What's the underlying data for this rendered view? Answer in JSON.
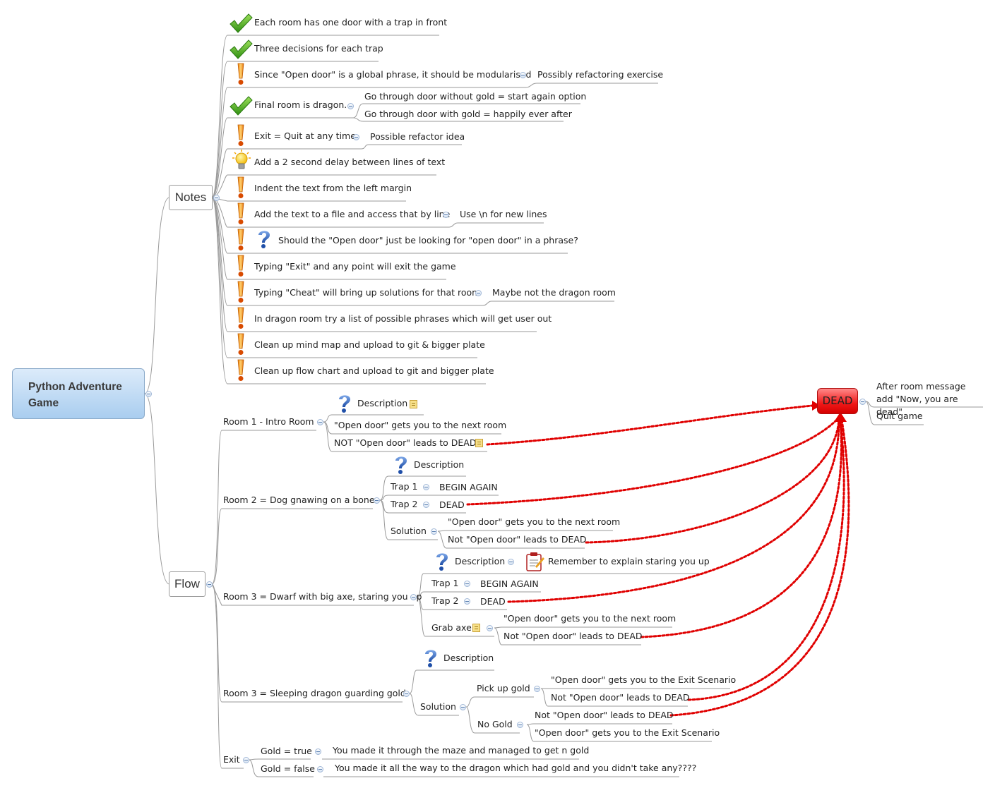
{
  "root": {
    "title": "Python Adventure Game"
  },
  "notes_label": "Notes",
  "flow_label": "Flow",
  "dead_label": "DEAD",
  "notes": [
    {
      "text": "Each room has one door with a trap in front",
      "icon": "check"
    },
    {
      "text": "Three decisions for each trap",
      "icon": "check"
    },
    {
      "text": "Since \"Open door\" is a global phrase, it should be modularised",
      "icon": "exclamation",
      "child": "Possibly refactoring exercise"
    },
    {
      "text": "Final room is dragon.",
      "icon": "check",
      "children": [
        "Go through door without gold = start again option",
        "Go through door with gold = happily ever after"
      ]
    },
    {
      "text": "Exit = Quit at any time",
      "icon": "exclamation",
      "child": "Possible refactor idea"
    },
    {
      "text": "Add a 2 second delay between lines of text",
      "icon": "lightbulb"
    },
    {
      "text": "Indent the text from the left margin",
      "icon": "exclamation"
    },
    {
      "text": "Add the text to a file and access that by line",
      "icon": "exclamation",
      "child": "Use \\n for new lines"
    },
    {
      "text": "Should the \"Open door\" just be looking for \"open door\" in a phrase?",
      "icon": "exclamation-question"
    },
    {
      "text": "Typing \"Exit\" and any point will exit the game",
      "icon": "exclamation"
    },
    {
      "text": "Typing \"Cheat\" will bring up solutions for that room",
      "icon": "exclamation",
      "child": "Maybe not the dragon room"
    },
    {
      "text": "In dragon room try a list of possible phrases which will get user out",
      "icon": "exclamation"
    },
    {
      "text": "Clean up mind map and upload to git & bigger plate",
      "icon": "exclamation"
    },
    {
      "text": "Clean up flow chart and upload to git and bigger plate",
      "icon": "exclamation"
    }
  ],
  "flow": {
    "room1": {
      "label": "Room 1 - Intro Room",
      "description": "Description",
      "open": "\"Open door\" gets you to the next room",
      "not_open": "NOT \"Open door\" leads to DEAD"
    },
    "room2": {
      "label": "Room 2 = Dog gnawing on a bone",
      "description": "Description",
      "trap1": "Trap 1",
      "trap1_child": "BEGIN AGAIN",
      "trap2": "Trap 2",
      "trap2_child": "DEAD",
      "solution": "Solution",
      "open": "\"Open door\" gets you to the next room",
      "not_open": "Not \"Open door\" leads to DEAD"
    },
    "room3": {
      "label": "Room 3 = Dwarf with big axe, staring you up",
      "description": "Description",
      "remember": "Remember to explain staring you up",
      "trap1": "Trap 1",
      "trap1_child": "BEGIN AGAIN",
      "trap2": "Trap 2",
      "trap2_child": "DEAD",
      "grab": "Grab axe",
      "open": "\"Open door\" gets you to the next room",
      "not_open": "Not \"Open door\" leads to DEAD"
    },
    "room4": {
      "label": "Room 3 = Sleeping dragon guarding gold",
      "description": "Description",
      "solution": "Solution",
      "pickup": "Pick up gold",
      "pickup_open": "\"Open door\" gets you to the Exit Scenario",
      "pickup_not": "Not \"Open door\" leads to DEAD",
      "nogold": "No Gold",
      "nogold_not": "Not \"Open door\" leads to DEAD",
      "nogold_open": "\"Open door\" gets you to the Exit Scenario"
    },
    "exit": {
      "label": "Exit",
      "gold_true": "Gold = true",
      "gold_true_msg": "You made it through the maze and managed to get n gold",
      "gold_false": "Gold = false",
      "gold_false_msg": "You made it all the way to the dragon which had gold and you didn't take any????"
    }
  },
  "dead": {
    "message": "After room message add \"Now, you are dead\"",
    "quit": "Quit game"
  },
  "colors": {
    "link": "#e00000",
    "root_top": "#dcebfa",
    "root_bottom": "#a9cdef",
    "dead": "#f01818"
  }
}
